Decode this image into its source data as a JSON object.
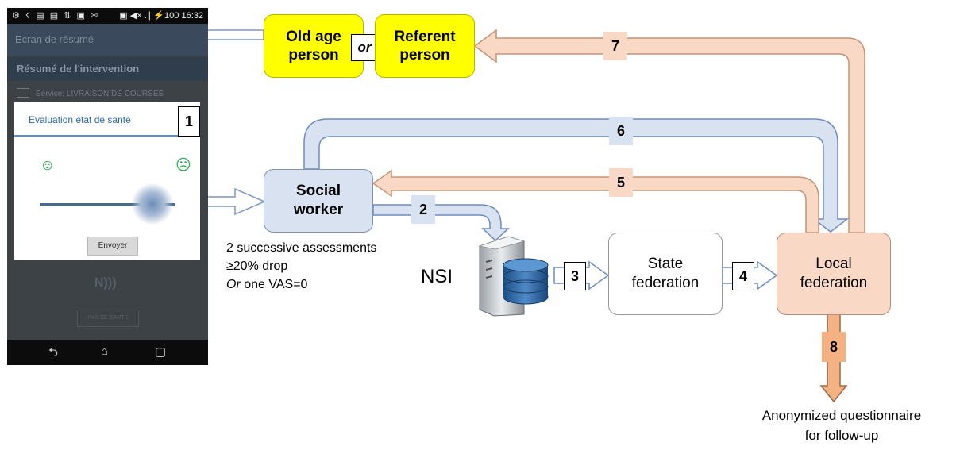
{
  "phone": {
    "status_left": "⚙ ☇ ▤ ▤ ⇅ ▣ ✉",
    "status_right": "▣ ◀× .∥ ⚡100 16:32",
    "screen_title": "Ecran de résumé",
    "section_header": "Résumé de l'intervention",
    "service_line": "Service: LIVRAISON DE COURSES",
    "dialog": {
      "title": "Evaluation état de santé",
      "happy_glyph": "☺",
      "sad_glyph": "☹",
      "vas_position": 0.85,
      "button": "Envoyer"
    },
    "nfc_label": "N)))",
    "card_button": "PAS DE CARTE",
    "nav": {
      "back": "⮌",
      "home": "⌂",
      "recents": "▢"
    }
  },
  "nodes": {
    "old_age_person": "Old age\nperson",
    "or": "or",
    "referent_person": "Referent\nperson",
    "social_worker": "Social\nworker",
    "nsi": "NSI",
    "state_federation": "State\nfederation",
    "local_federation": "Local\nfederation"
  },
  "steps": [
    "1",
    "2",
    "3",
    "4",
    "5",
    "6",
    "7",
    "8"
  ],
  "criteria": {
    "line1": "2 successive assessments",
    "line2": "≥20% drop",
    "line3_italic": "Or",
    "line3_rest": " one VAS=0"
  },
  "final_output": "Anonymized questionnaire\nfor follow-up",
  "colors": {
    "yellow": "#ffff00",
    "blue_fill": "#d9e2f0",
    "blue_stroke": "#6f8bbd",
    "peach_fill": "#f9d9c6",
    "peach_stroke": "#c49474",
    "dark_peach": "#f4b283"
  }
}
